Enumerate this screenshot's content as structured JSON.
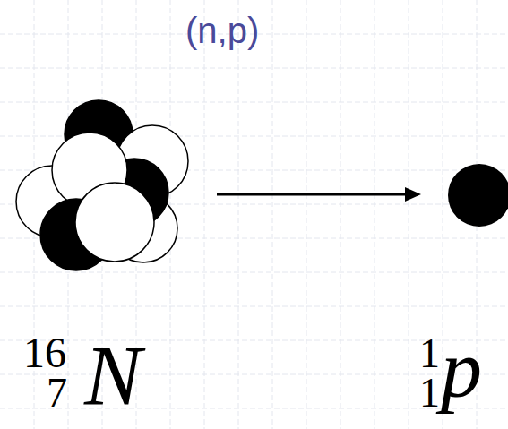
{
  "diagram": {
    "title": "(n,p)",
    "labels": [
      "16",
      "7",
      "N",
      "1",
      "1",
      "p"
    ]
  }
}
